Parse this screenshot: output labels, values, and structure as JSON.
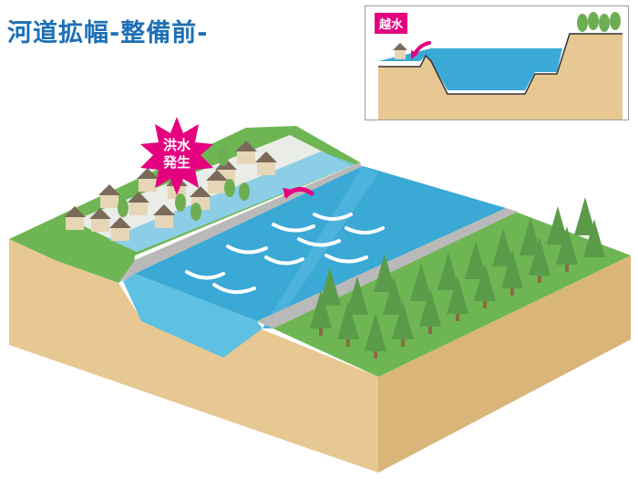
{
  "title": "河道拡幅-整備前-",
  "inset": {
    "label": "越水"
  },
  "burst": {
    "line1": "洪水",
    "line2": "発生"
  },
  "colors": {
    "title": "#1e6fb5",
    "accent": "#e5007f",
    "water": "#3aa9d6",
    "soil": "#e2c48d",
    "grass": "#5fae4a"
  }
}
